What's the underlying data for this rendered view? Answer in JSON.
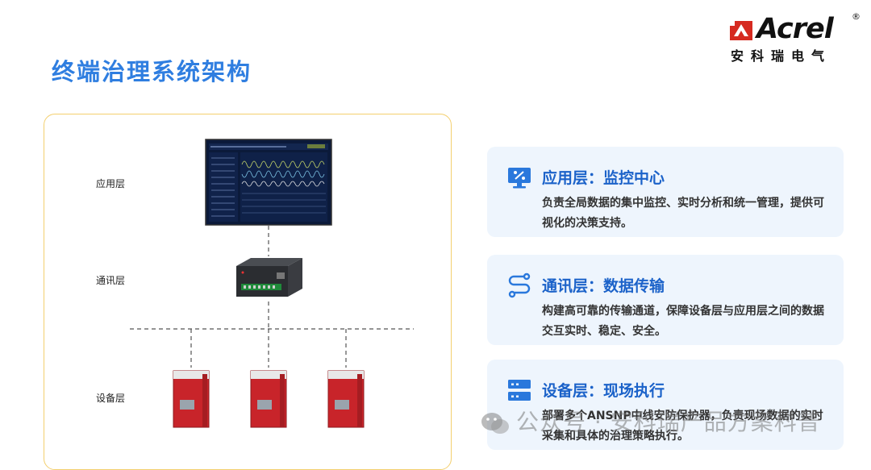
{
  "page": {
    "title": "终端治理系统架构"
  },
  "logo": {
    "name": "Acrel",
    "registered": "®",
    "subtitle": "安科瑞电气"
  },
  "diagram": {
    "layers": [
      {
        "label": "应用层"
      },
      {
        "label": "通讯层"
      },
      {
        "label": "设备层"
      }
    ]
  },
  "cards": [
    {
      "title": "应用层：监控中心",
      "desc": "负责全局数据的集中监控、实时分析和统一管理，提供可视化的决策支持。",
      "icon": "monitor-icon"
    },
    {
      "title": "通讯层：数据传输",
      "desc": "构建高可靠的传输通道，保障设备层与应用层之间的数据交互实时、稳定、安全。",
      "icon": "route-icon"
    },
    {
      "title": "设备层：现场执行",
      "desc": "部署多个ANSNP中线安防保护器，负责现场数据的实时采集和具体的治理策略执行。",
      "icon": "server-icon"
    }
  ],
  "watermark": {
    "text": "公众号 · 安科瑞产品方案科普"
  },
  "colors": {
    "title_blue": "#2f7ee0",
    "card_bg": "#eef5fd",
    "card_title": "#1b62c9",
    "panel_border": "#f3cf6e",
    "device_red": "#c8242a",
    "logo_red": "#d62a20"
  }
}
